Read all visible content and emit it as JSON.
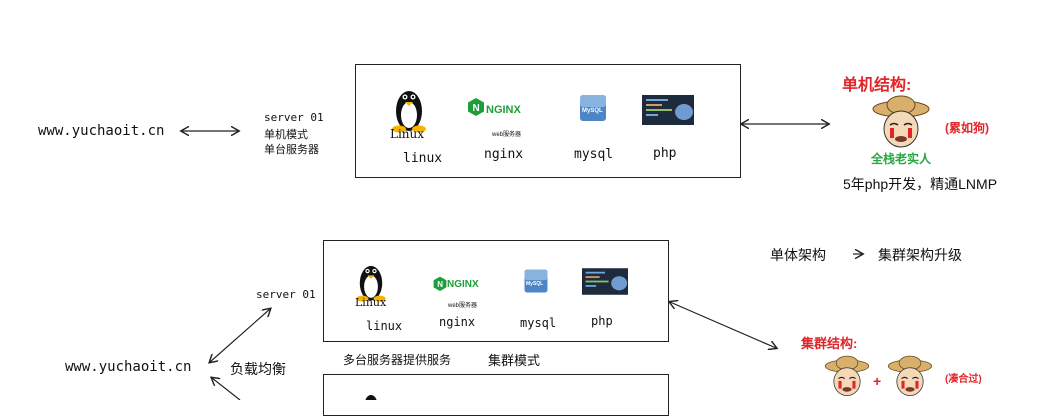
{
  "top": {
    "domain": "www.yuchaoit.cn",
    "server_lines": [
      "server 01",
      "单机模式",
      "单台服务器"
    ],
    "components": [
      "linux",
      "nginx",
      "mysql",
      "php"
    ],
    "logo_linux_text": "Linux",
    "nginx_logo_text": "NGINX",
    "nginx_sub": "web服务器",
    "mysql_logo_text": "MySQL",
    "title": "单机结构:",
    "note": "(累如狗)",
    "person_label": "全栈老实人",
    "caption": "5年php开发，精通LNMP"
  },
  "middle": {
    "left_text": "单体架构",
    "arrow": "→",
    "right_text": "集群架构升级"
  },
  "bottom": {
    "domain": "www.yuchaoit.cn",
    "load_balance": "负载均衡",
    "server_label": "server 01",
    "components": [
      "linux",
      "nginx",
      "mysql",
      "php"
    ],
    "logo_linux_text": "Linux",
    "nginx_logo_text": "NGINX",
    "nginx_sub": "web服务器",
    "mysql_logo_text": "MySQL",
    "multi_text": "多台服务器提供服务",
    "cluster_mode": "集群模式",
    "title": "集群结构:",
    "plus": "+",
    "note": "(凑合过)"
  },
  "colors": {
    "red": "#e0262a",
    "green": "#27a744",
    "nginx_green": "#1e9e3a",
    "mysql_blue": "#4d86c6"
  }
}
